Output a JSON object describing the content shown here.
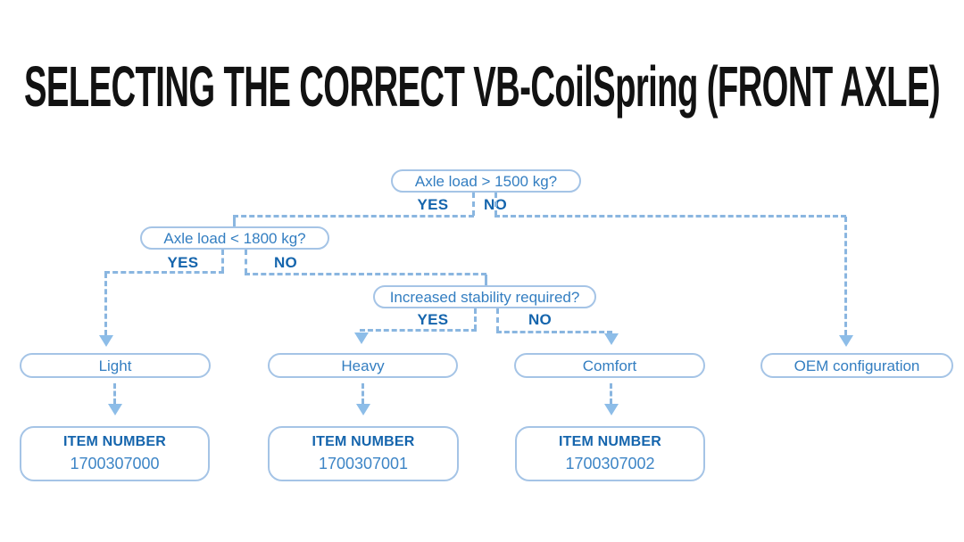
{
  "page": {
    "title": "SELECTING THE CORRECT VB-CoilSpring (FRONT AXLE)"
  },
  "colors": {
    "title_text": "#121212",
    "box_border": "#a5c4e6",
    "box_text": "#337ec1",
    "strong_blue": "#1565ad",
    "dashed_line": "#8ab6e0",
    "arrow": "#8dbde8",
    "background": "#ffffff"
  },
  "flowchart": {
    "decisions": [
      {
        "label": "Axle load > 1500 kg?",
        "yes": "YES",
        "no": "NO"
      },
      {
        "label": "Axle load < 1800 kg?",
        "yes": "YES",
        "no": "NO"
      },
      {
        "label": "Increased stability required?",
        "yes": "YES",
        "no": "NO"
      }
    ],
    "results": [
      {
        "label": "Light"
      },
      {
        "label": "Heavy"
      },
      {
        "label": "Comfort"
      },
      {
        "label": "OEM configuration"
      }
    ],
    "items": [
      {
        "header": "ITEM NUMBER",
        "number": "1700307000"
      },
      {
        "header": "ITEM NUMBER",
        "number": "1700307001"
      },
      {
        "header": "ITEM NUMBER",
        "number": "1700307002"
      }
    ]
  }
}
